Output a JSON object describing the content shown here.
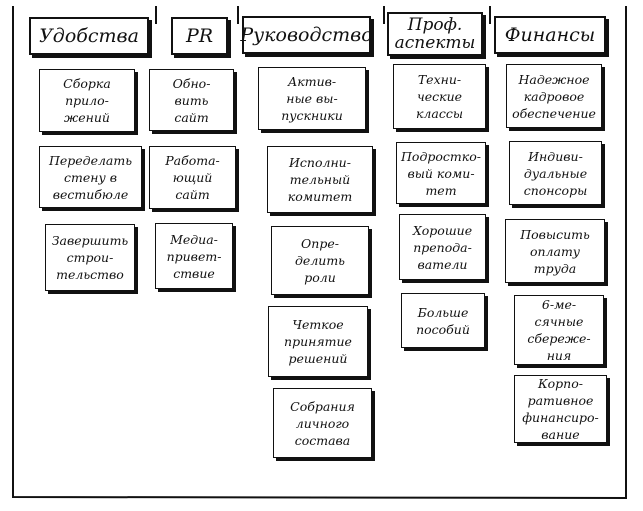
{
  "columns": [
    {
      "header": "Удобства",
      "cards": [
        "Сборка\nприло-\nжений",
        "Переделать\nстену в\nвестибюле",
        "Завершить\nстрои-\nтельство"
      ]
    },
    {
      "header": "PR",
      "cards": [
        "Обно-\nвить\nсайт",
        "Работа-\nющий\nсайт",
        "Медиа-\nпривет-\nствие"
      ]
    },
    {
      "header": "Руководство",
      "cards": [
        "Актив-\nные вы-\nпускники",
        "Исполни-\nтельный\nкомитет",
        "Опре-\nделить\nроли",
        "Четкое\nпринятие\nрешений",
        "Собрания\nличного\nсостава"
      ]
    },
    {
      "header": "Проф.\nаспекты",
      "cards": [
        "Техни-\nческие\nклассы",
        "Подростко-\nвый коми-\nтет",
        "Хорошие\nпрепода-\nватели",
        "Больше\nпособий"
      ]
    },
    {
      "header": "Финансы",
      "cards": [
        "Надежное\nкадровое\nобеспечение",
        "Индиви-\nдуальные\nспонсоры",
        "Повысить\nоплату\nтруда",
        "6-ме-\nсячные\nсбереже-\nния",
        "Корпо-\nративное\nфинансиро-\nвание"
      ]
    }
  ]
}
